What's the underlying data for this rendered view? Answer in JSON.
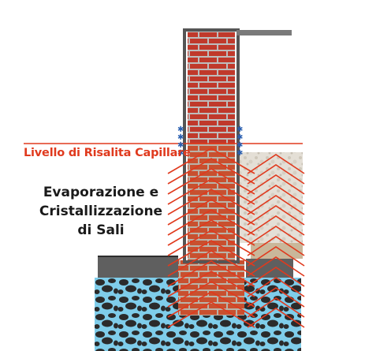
{
  "labels": {
    "capillary_level": "Livello di Risalita Capillare",
    "evaporation_line1": "Evaporazione e",
    "evaporation_line2": "Cristallizzazione",
    "evaporation_line3": "di Sali"
  },
  "colors": {
    "brick": "#c0392b",
    "mortar": "#bdbdbd",
    "wall_edge": "#555555",
    "capillary_red": "#e03a1e",
    "concrete": "#5f5f5f",
    "water": "#7fcdea",
    "stones": "#2b2b2b",
    "salt_stars": "#2a5fb0",
    "plaster": "#dcd6cc",
    "text_dark": "#1a1a1a"
  },
  "icons": {
    "salt_crystal": "asterisk-icon"
  }
}
